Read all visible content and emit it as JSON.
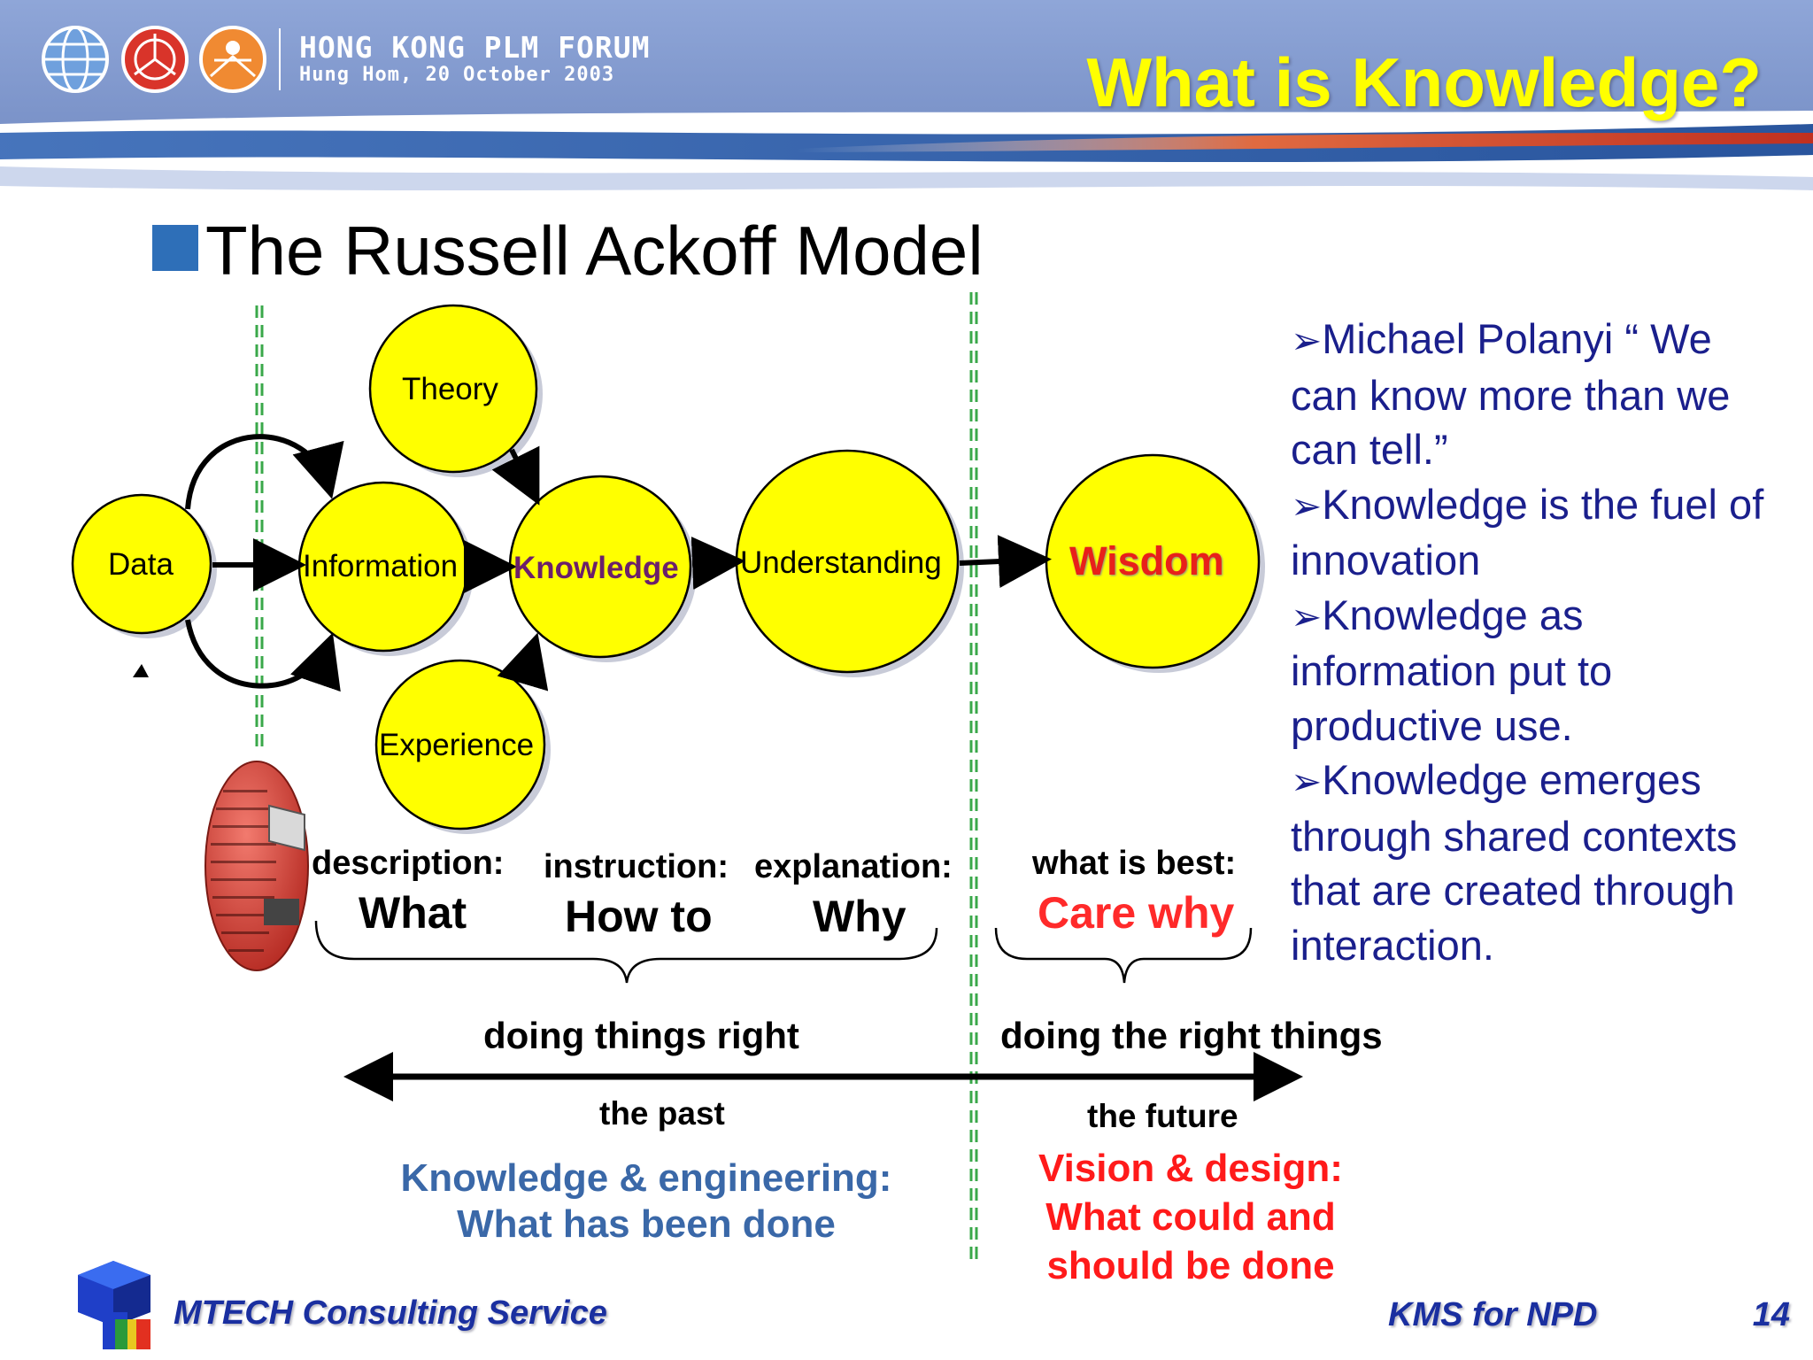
{
  "header": {
    "forum_title": "HONG KONG PLM FORUM",
    "forum_subtitle": "Hung Hom, 20 October 2003",
    "slide_title": "What is Knowledge?"
  },
  "section": {
    "subtitle": "The Russell Ackoff Model"
  },
  "diagram": {
    "nodes": {
      "data": "Data",
      "information": "Information",
      "knowledge": "Knowledge",
      "understanding": "Understanding",
      "wisdom": "Wisdom",
      "theory": "Theory",
      "experience": "Experience"
    },
    "columns": {
      "description_label": "description:",
      "description_value": "What",
      "instruction_label": "instruction:",
      "instruction_value": "How to",
      "explanation_label": "explanation:",
      "explanation_value": "Why",
      "best_label": "what is best:",
      "best_value": "Care why"
    },
    "timeline": {
      "left_phrase": "doing things right",
      "right_phrase": "doing the right things",
      "past": "the past",
      "future": "the future"
    },
    "notes": {
      "left_line1": "Knowledge & engineering:",
      "left_line2": "What has been done",
      "right_line1": "Vision & design:",
      "right_line2": "What could and",
      "right_line3": "should be done"
    },
    "colors": {
      "node_fill": "#ffff00",
      "knowledge_text": "#6b1f6b",
      "wisdom_text": "#e8201a",
      "divider": "#3aa84a"
    }
  },
  "quotes": [
    "Michael Polanyi “ We can know more than we can tell.”",
    "Knowledge is the fuel of innovation",
    "Knowledge as information put to productive use.",
    "Knowledge emerges through shared contexts that are created through interaction."
  ],
  "footer": {
    "company": "MTECH Consulting Service",
    "course": "KMS for NPD",
    "page": "14"
  }
}
